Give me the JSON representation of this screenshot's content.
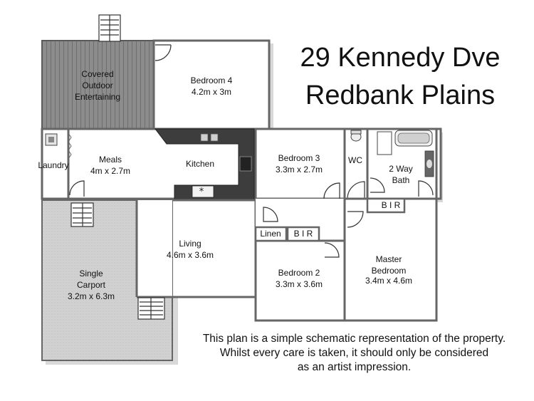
{
  "title": {
    "line1": "29 Kennedy Dve",
    "line2": "Redbank Plains"
  },
  "rooms": {
    "covered_outdoor": [
      "Covered",
      "Outdoor",
      "Entertaining"
    ],
    "bedroom4": {
      "name": "Bedroom 4",
      "size": "4.2m x 3m"
    },
    "meals": {
      "name": "Meals",
      "size": "4m x 2.7m"
    },
    "laundry": {
      "name": "Laundry"
    },
    "kitchen": {
      "name": "Kitchen"
    },
    "bedroom3": {
      "name": "Bedroom 3",
      "size": "3.3m x 2.7m"
    },
    "wc": {
      "name": "WC"
    },
    "bath": {
      "name1": "2 Way",
      "name2": "Bath"
    },
    "bir_top": {
      "name": "B I R"
    },
    "linen": {
      "name": "Linen"
    },
    "bir_mid": {
      "name": "B I R"
    },
    "living": {
      "name": "Living",
      "size": "4.6m x 3.6m"
    },
    "carport": {
      "name1": "Single",
      "name2": "Carport",
      "size": "3.2m x 6.3m"
    },
    "bedroom2": {
      "name": "Bedroom 2",
      "size": "3.3m x 3.6m"
    },
    "master": {
      "name1": "Master",
      "name2": "Bedroom",
      "size": "3.4m x 4.6m"
    }
  },
  "disclaimer": {
    "line1": "This plan is a simple schematic representation of the property.",
    "line2": "Whilst every care is taken, it should only be considered",
    "line3": "as an artist impression."
  },
  "colors": {
    "wall": "#6b6b6b",
    "deck": "#8a8a8a",
    "kitchen_bench": "#3a3a3a",
    "carport_fill": "#cfcfcf"
  }
}
